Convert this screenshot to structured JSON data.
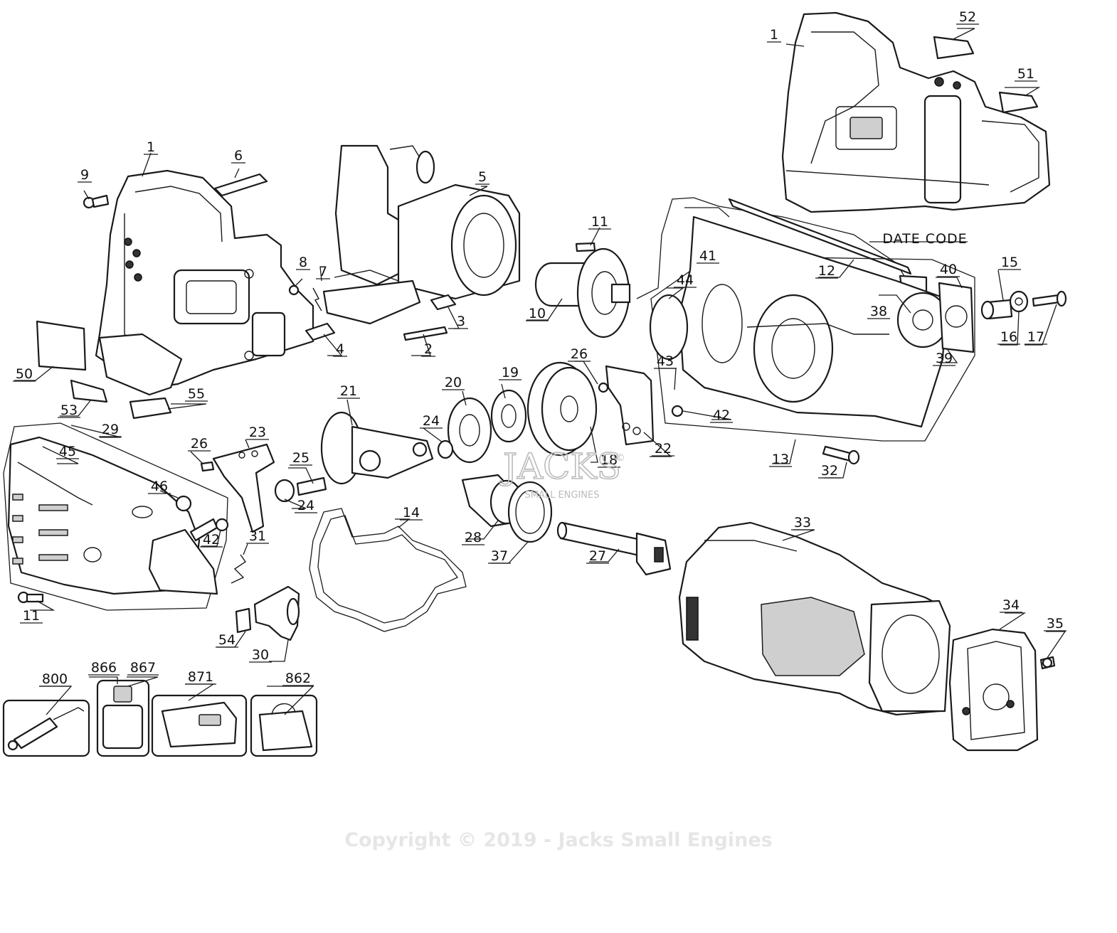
{
  "callouts": [
    {
      "n": "1"
    },
    {
      "n": "1"
    },
    {
      "n": "2"
    },
    {
      "n": "3"
    },
    {
      "n": "4"
    },
    {
      "n": "5"
    },
    {
      "n": "6"
    },
    {
      "n": "7"
    },
    {
      "n": "8"
    },
    {
      "n": "9"
    },
    {
      "n": "10"
    },
    {
      "n": "11"
    },
    {
      "n": "11"
    },
    {
      "n": "12"
    },
    {
      "n": "13"
    },
    {
      "n": "14"
    },
    {
      "n": "15"
    },
    {
      "n": "16"
    },
    {
      "n": "17"
    },
    {
      "n": "18"
    },
    {
      "n": "19"
    },
    {
      "n": "20"
    },
    {
      "n": "21"
    },
    {
      "n": "22"
    },
    {
      "n": "23"
    },
    {
      "n": "24"
    },
    {
      "n": "24"
    },
    {
      "n": "25"
    },
    {
      "n": "26"
    },
    {
      "n": "26"
    },
    {
      "n": "27"
    },
    {
      "n": "28"
    },
    {
      "n": "29"
    },
    {
      "n": "30"
    },
    {
      "n": "31"
    },
    {
      "n": "32"
    },
    {
      "n": "33"
    },
    {
      "n": "34"
    },
    {
      "n": "35"
    },
    {
      "n": "37"
    },
    {
      "n": "38"
    },
    {
      "n": "39"
    },
    {
      "n": "40"
    },
    {
      "n": "41"
    },
    {
      "n": "42"
    },
    {
      "n": "42"
    },
    {
      "n": "43"
    },
    {
      "n": "44"
    },
    {
      "n": "45"
    },
    {
      "n": "46"
    },
    {
      "n": "50"
    },
    {
      "n": "51"
    },
    {
      "n": "52"
    },
    {
      "n": "53"
    },
    {
      "n": "54"
    },
    {
      "n": "55"
    },
    {
      "n": "800"
    },
    {
      "n": "862"
    },
    {
      "n": "866"
    },
    {
      "n": "867"
    },
    {
      "n": "871"
    }
  ],
  "date_code_label": "DATE CODE",
  "watermark": {
    "logo_text": "JACKS",
    "logo_sub": "SMALL ENGINES",
    "mark": "©"
  },
  "copyright": "Copyright © 2019 - Jacks Small Engines"
}
